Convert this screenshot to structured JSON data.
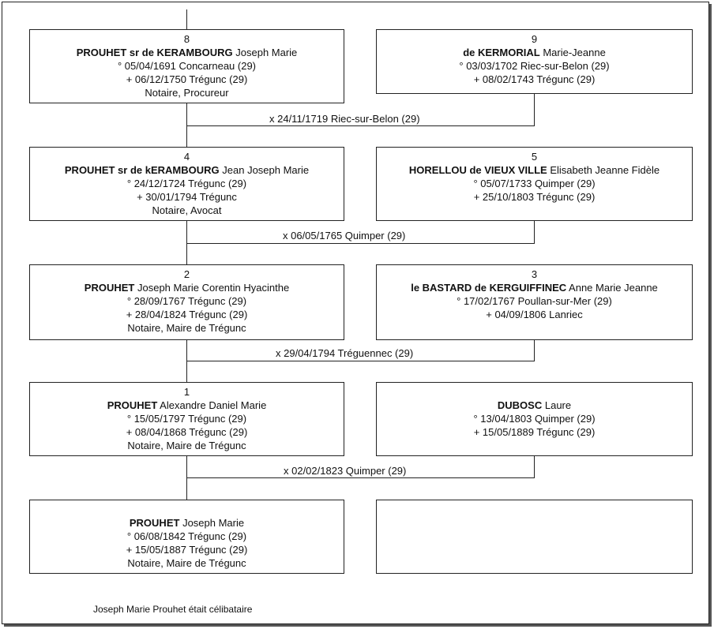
{
  "persons": {
    "p8": {
      "num": "8",
      "surname": "PROUHET sr de KERAMBOURG",
      "given": "Joseph Marie",
      "birth": "° 05/04/1691 Concarneau (29)",
      "death": "+ 06/12/1750 Trégunc (29)",
      "occupation": "Notaire, Procureur"
    },
    "p9": {
      "num": "9",
      "surname": "de KERMORIAL",
      "given": "Marie-Jeanne",
      "birth": "° 03/03/1702 Riec-sur-Belon (29)",
      "death": "+ 08/02/1743 Trégunc (29)"
    },
    "p4": {
      "num": "4",
      "surname": "PROUHET sr de kERAMBOURG",
      "given": "Jean Joseph Marie",
      "birth": "° 24/12/1724 Trégunc (29)",
      "death": "+ 30/01/1794 Trégunc",
      "occupation": "Notaire, Avocat"
    },
    "p5": {
      "num": "5",
      "surname": "HORELLOU de VIEUX VILLE",
      "given": "Elisabeth Jeanne Fidèle",
      "birth": "° 05/07/1733 Quimper (29)",
      "death": "+ 25/10/1803 Trégunc (29)"
    },
    "p2": {
      "num": "2",
      "surname": "PROUHET",
      "given": "Joseph Marie Corentin Hyacinthe",
      "birth": "° 28/09/1767 Trégunc (29)",
      "death": "+ 28/04/1824 Trégunc (29)",
      "occupation": "Notaire, Maire de Trégunc"
    },
    "p3": {
      "num": "3",
      "surname": "le BASTARD de KERGUIFFINEC",
      "given": "Anne Marie Jeanne",
      "birth": "° 17/02/1767 Poullan-sur-Mer (29)",
      "death": "+ 04/09/1806 Lanriec"
    },
    "p1": {
      "num": "1",
      "surname": "PROUHET",
      "given": "Alexandre Daniel Marie",
      "birth": "° 15/05/1797 Trégunc (29)",
      "death": "+ 08/04/1868 Trégunc (29)",
      "occupation": "Notaire, Maire de Trégunc"
    },
    "spouse1": {
      "surname": "DUBOSC",
      "given": "Laure",
      "birth": "° 13/04/1803 Quimper (29)",
      "death": "+ 15/05/1889 Trégunc (29)"
    },
    "child": {
      "surname": "PROUHET",
      "given": "Joseph Marie",
      "birth": "° 06/08/1842 Trégunc (29)",
      "death": "+ 15/05/1887 Trégunc (29)",
      "occupation": "Notaire, Maire de Trégunc"
    }
  },
  "marriages": {
    "m1": "x 24/11/1719 Riec-sur-Belon (29)",
    "m2": "x 06/05/1765 Quimper (29)",
    "m3": "x 29/04/1794 Tréguennec (29)",
    "m4": "x 02/02/1823 Quimper (29)"
  },
  "footnote": "Joseph Marie Prouhet était célibataire"
}
